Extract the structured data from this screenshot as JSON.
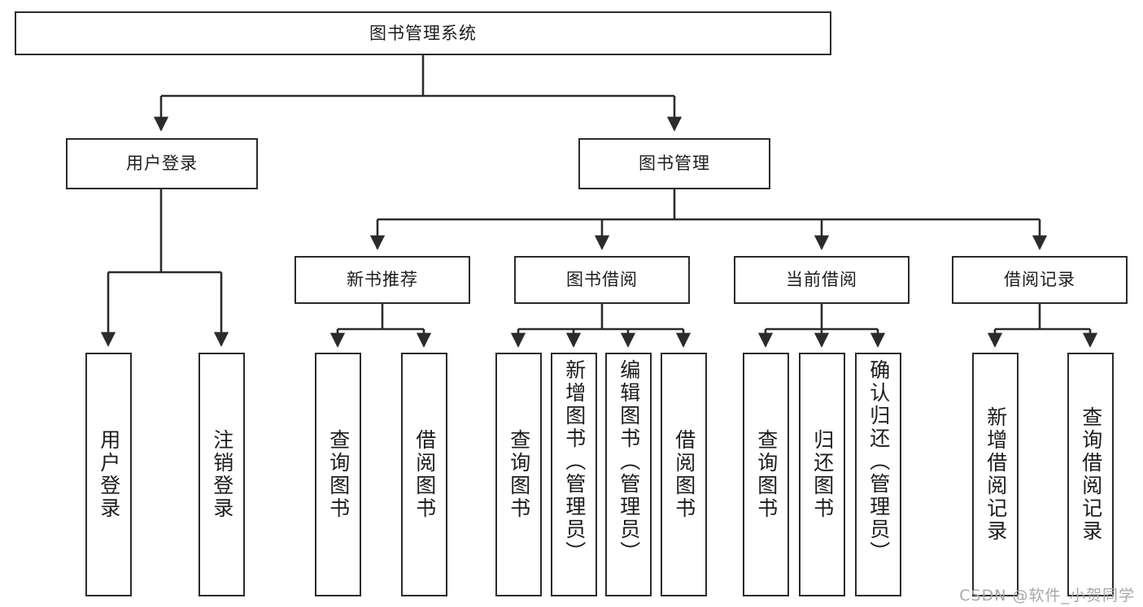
{
  "diagram": {
    "title": "图书管理系统",
    "type": "tree",
    "colors": {
      "stroke": "#2b2b2b",
      "background": "#ffffff",
      "text": "#1c1c1c",
      "watermark": "#a8a8a8"
    },
    "nodes": {
      "root": {
        "label": "图书管理系统"
      },
      "level1": [
        {
          "label": "用户登录"
        },
        {
          "label": "图书管理"
        }
      ],
      "level2": [
        {
          "label": "新书推荐"
        },
        {
          "label": "图书借阅"
        },
        {
          "label": "当前借阅"
        },
        {
          "label": "借阅记录"
        }
      ],
      "leaves_user_login": [
        {
          "label": "用户登录"
        },
        {
          "label": "注销登录"
        }
      ],
      "leaves_new_books": [
        {
          "label": "查询图书"
        },
        {
          "label": "借阅图书"
        }
      ],
      "leaves_borrow": [
        {
          "label": "查询图书"
        },
        {
          "label": "新增图书（管理员）"
        },
        {
          "label": "编辑图书（管理员）"
        },
        {
          "label": "借阅图书"
        }
      ],
      "leaves_current": [
        {
          "label": "查询图书"
        },
        {
          "label": "归还图书"
        },
        {
          "label": "确认归还（管理员）"
        }
      ],
      "leaves_records": [
        {
          "label": "新增借阅记录"
        },
        {
          "label": "查询借阅记录"
        }
      ]
    },
    "watermark": "CSDN @软件_小贺同学"
  }
}
